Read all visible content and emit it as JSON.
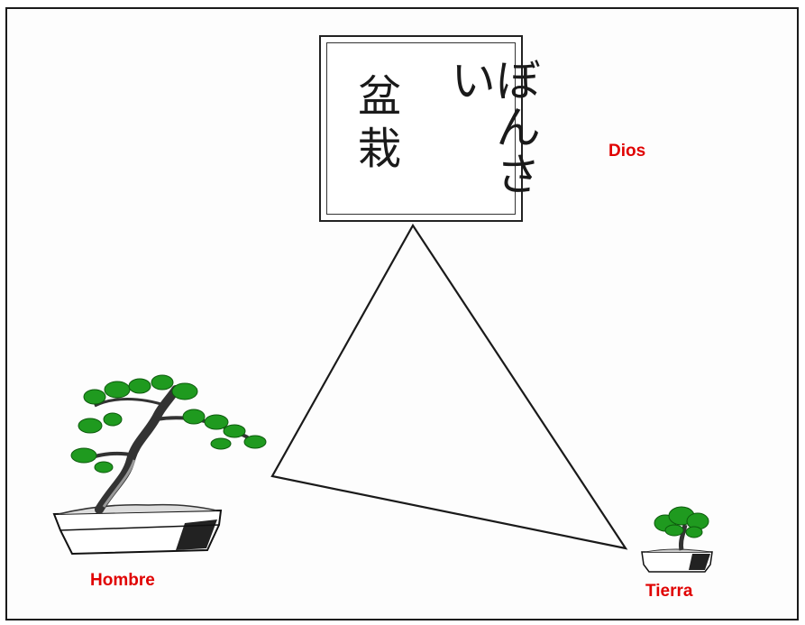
{
  "diagram": {
    "calligraphy": {
      "right_column": "ぼんさい",
      "left_column": "盆栽"
    },
    "labels": {
      "top": "Dios",
      "left": "Hombre",
      "right": "Tierra"
    },
    "colors": {
      "label": "#e00000",
      "foliage": "#1f9a1f",
      "line": "#1a1a1a"
    }
  }
}
